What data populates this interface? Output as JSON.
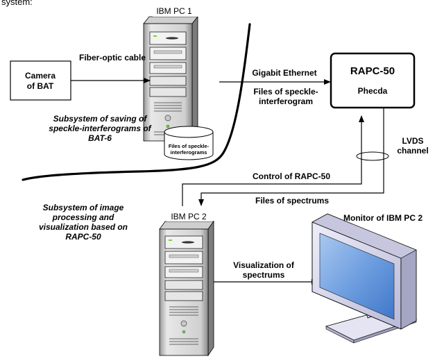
{
  "header_fragment": "system:",
  "pc1": {
    "title": "IBM PC 1"
  },
  "pc2": {
    "title": "IBM PC 2"
  },
  "camera": {
    "line1": "Camera",
    "line2": "of BAT"
  },
  "rapc": {
    "name": "RAPC-50",
    "sub": "Phecda"
  },
  "storage": {
    "line1": "Files of speckle-",
    "line2": "interferograms"
  },
  "monitor": {
    "label": "Monitor of IBM PC 2"
  },
  "links": {
    "fiber": "Fiber-optic cable",
    "gigabit": "Gigabit Ethernet",
    "files_speckle_1": "Files of speckle-",
    "files_speckle_2": "interferogram",
    "lvds_1": "LVDS",
    "lvds_2": "channel",
    "control": "Control of RAPC-50",
    "files_spectrums": "Files of spectrums",
    "visualization_1": "Visualization of",
    "visualization_2": "spectrums"
  },
  "subsystems": {
    "saving": [
      "Subsystem of saving of",
      "speckle-interferograms of",
      "BAT-6"
    ],
    "processing": [
      "Subsystem of image",
      "processing and",
      "visualization based on",
      "RAPC-50"
    ]
  },
  "colors": {
    "line": "#000000",
    "tower_light": "#e4e4e4",
    "tower_mid": "#bdbdbd",
    "tower_dark": "#8a8a8a",
    "monitor_frame": "#dcdcf2",
    "monitor_screen": "#7aa9e3",
    "led_green": "#7bd23a"
  }
}
